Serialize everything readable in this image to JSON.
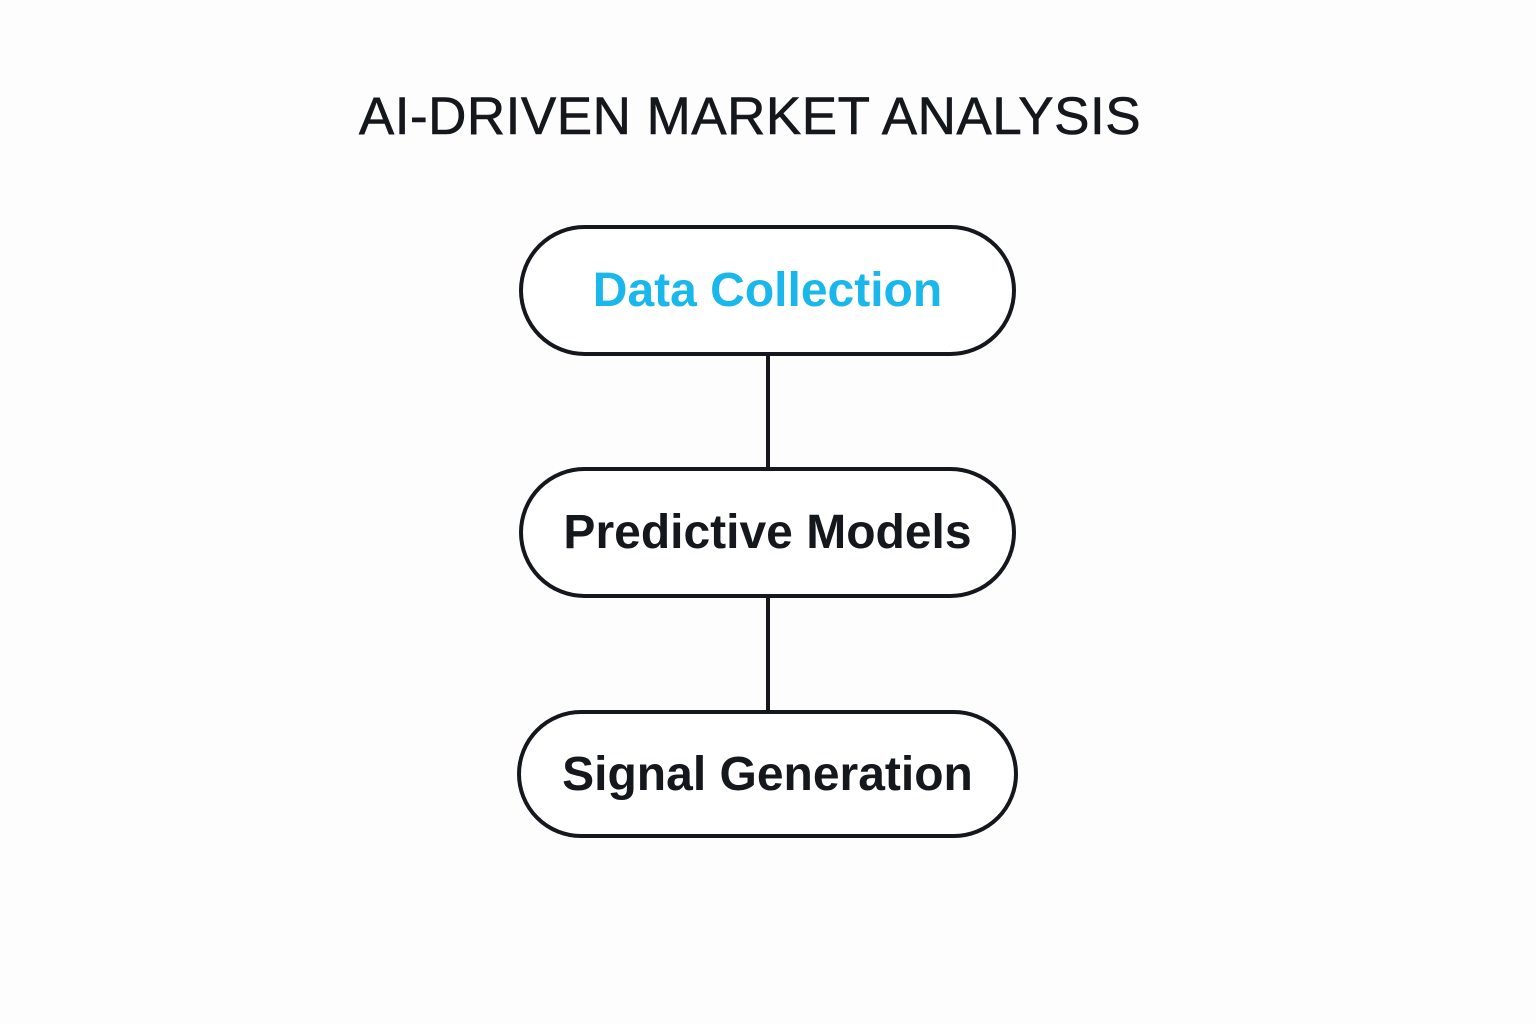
{
  "title": "AI-DRIVEN MARKET ANALYSIS",
  "colors": {
    "accent": "#1ab7ec",
    "text": "#14171c",
    "stroke": "#14171c",
    "background": "#fdfdfd"
  },
  "nodes": [
    {
      "label": "Data Collection",
      "highlighted": true
    },
    {
      "label": "Predictive Models",
      "highlighted": false
    },
    {
      "label": "Signal Generation",
      "highlighted": false
    }
  ]
}
